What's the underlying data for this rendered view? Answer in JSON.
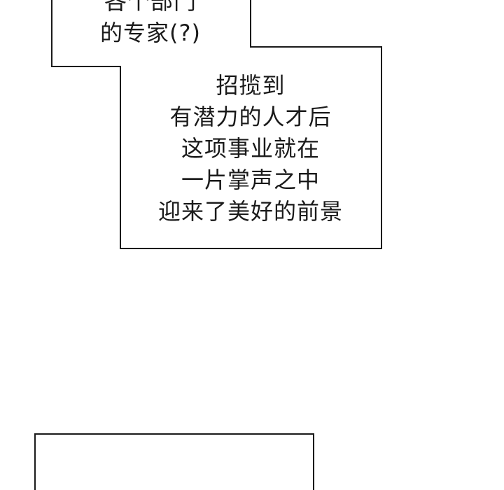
{
  "captions": {
    "top_box": {
      "lines": [
        "各个部门",
        "的专家(?)"
      ]
    },
    "main_box": {
      "lines": [
        "招揽到",
        "有潜力的人才后",
        "这项事业就在",
        "一片掌声之中",
        "迎来了美好的前景"
      ]
    }
  },
  "colors": {
    "background": "#ffffff",
    "border": "#1a1a1a",
    "text": "#1a1a1a"
  }
}
